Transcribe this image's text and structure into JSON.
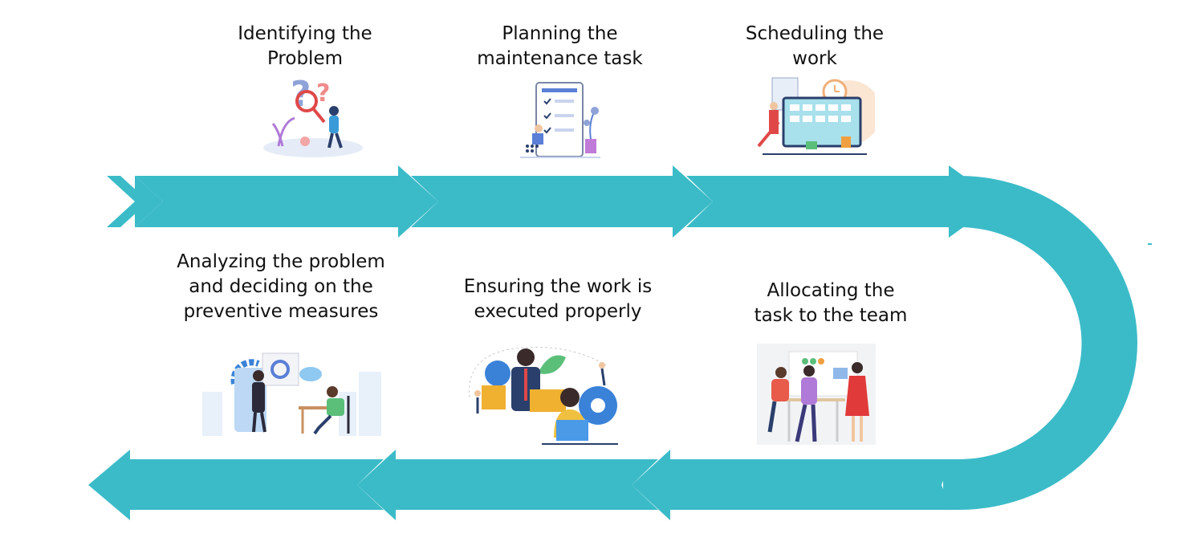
{
  "colors": {
    "arrow": "#3bbbc8",
    "text": "#111111"
  },
  "steps": [
    {
      "id": 1,
      "label": "Identifying the\nProblem",
      "icon": "magnifier-question-illustration"
    },
    {
      "id": 2,
      "label": "Planning the\nmaintenance task",
      "icon": "checklist-tablet-illustration"
    },
    {
      "id": 3,
      "label": "Scheduling the\nwork",
      "icon": "calendar-schedule-illustration"
    },
    {
      "id": 4,
      "label": "Allocating the\ntask to the team",
      "icon": "team-board-illustration"
    },
    {
      "id": 5,
      "label": "Ensuring the work is\nexecuted properly",
      "icon": "gears-team-illustration"
    },
    {
      "id": 6,
      "label": "Analyzing the problem\nand deciding on the\npreventive measures",
      "icon": "analysis-dashboard-illustration"
    }
  ]
}
